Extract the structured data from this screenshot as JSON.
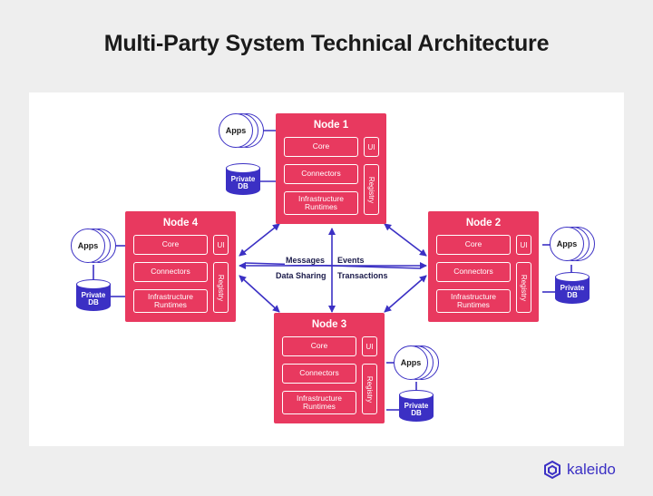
{
  "title": "Multi-Party System Technical Architecture",
  "nodes": [
    {
      "id": "node-1",
      "title": "Node 1",
      "core": "Core",
      "connectors": "Connectors",
      "infra_line1": "Infrastructure",
      "infra_line2": "Runtimes",
      "ui": "UI",
      "registry": "Registry"
    },
    {
      "id": "node-2",
      "title": "Node 2",
      "core": "Core",
      "connectors": "Connectors",
      "infra_line1": "Infrastructure",
      "infra_line2": "Runtimes",
      "ui": "UI",
      "registry": "Registry"
    },
    {
      "id": "node-3",
      "title": "Node 3",
      "core": "Core",
      "connectors": "Connectors",
      "infra_line1": "Infrastructure",
      "infra_line2": "Runtimes",
      "ui": "UI",
      "registry": "Registry"
    },
    {
      "id": "node-4",
      "title": "Node 4",
      "core": "Core",
      "connectors": "Connectors",
      "infra_line1": "Infrastructure",
      "infra_line2": "Runtimes",
      "ui": "UI",
      "registry": "Registry"
    }
  ],
  "apps_label": "Apps",
  "db_label_line1": "Private",
  "db_label_line2": "DB",
  "connections": {
    "messages": "Messages",
    "events": "Events",
    "data_sharing": "Data Sharing",
    "transactions": "Transactions"
  },
  "brand": {
    "name": "kaleido",
    "color": "#3b30c4"
  },
  "colors": {
    "node": "#e8395f",
    "accent": "#3b30c4"
  }
}
